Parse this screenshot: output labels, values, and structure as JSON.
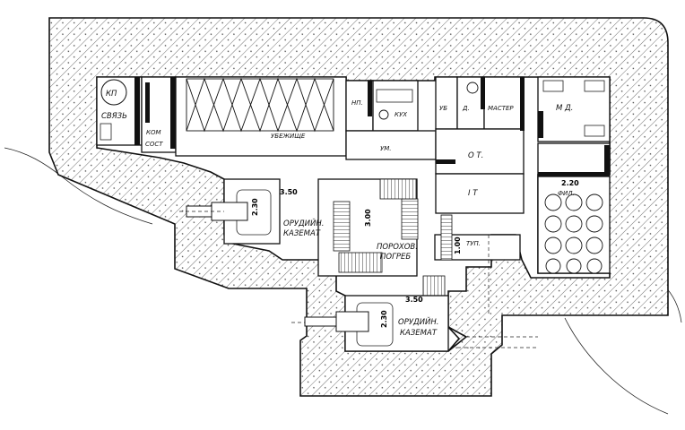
{
  "labels": {
    "kp": "КП",
    "svyaz": "СВЯЗЬ",
    "kom": "КОМ",
    "sost": "СОСТ",
    "ubezhishche": "УБЕЖИЩЕ",
    "np": "НП.",
    "kukh": "КУХ",
    "ub": "УБ",
    "d": "Д.",
    "master": "МАСТЕР",
    "md": "М Д.",
    "um": "УМ.",
    "ot": "О Т.",
    "it": "I Т",
    "fil": "ФИЛ.",
    "tup": "ТУП.",
    "orud1_line1": "ОРУДИЙН.",
    "orud1_line2": "КАЗЕМАТ",
    "porokh_line1": "ПОРОХОВ.",
    "porokh_line2": "ПОГРЕБ",
    "orud2_line1": "ОРУДИЙН.",
    "orud2_line2": "КАЗЕМАТ"
  },
  "dimensions": {
    "d350_top": "3.50",
    "d230_top": "2.30",
    "d300": "3.00",
    "d100": "1.00",
    "d220": "2.20",
    "d350_bottom": "3.50",
    "d230_bottom": "2.30"
  }
}
